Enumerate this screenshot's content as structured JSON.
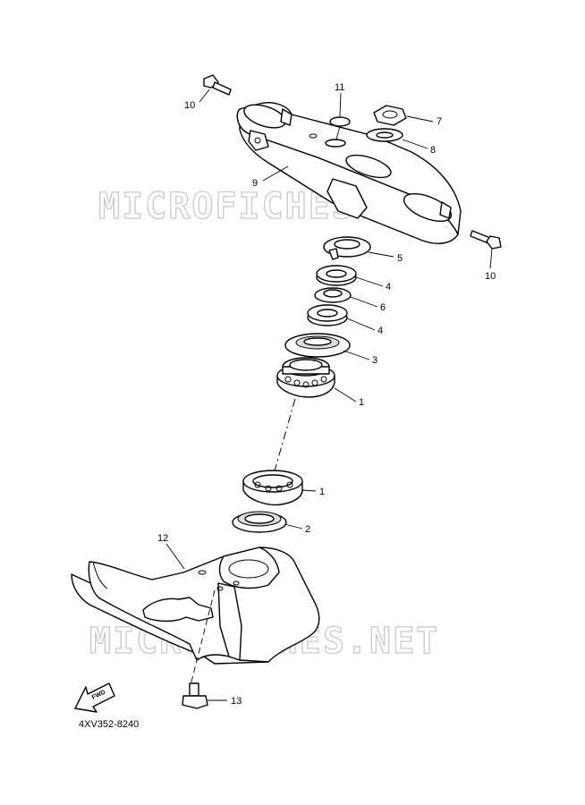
{
  "watermark": {
    "top": "MICROFICHES.NET",
    "bottom": "MICROFICHES.NET"
  },
  "diagram_code": "4XV352-8240",
  "fwd_label": "FWD",
  "callouts": {
    "c1a": "1",
    "c1b": "1",
    "c2": "2",
    "c3": "3",
    "c4a": "4",
    "c4b": "4",
    "c5": "5",
    "c6": "6",
    "c7": "7",
    "c8": "8",
    "c9": "9",
    "c10a": "10",
    "c10b": "10",
    "c11": "11",
    "c12": "12",
    "c13": "13"
  }
}
